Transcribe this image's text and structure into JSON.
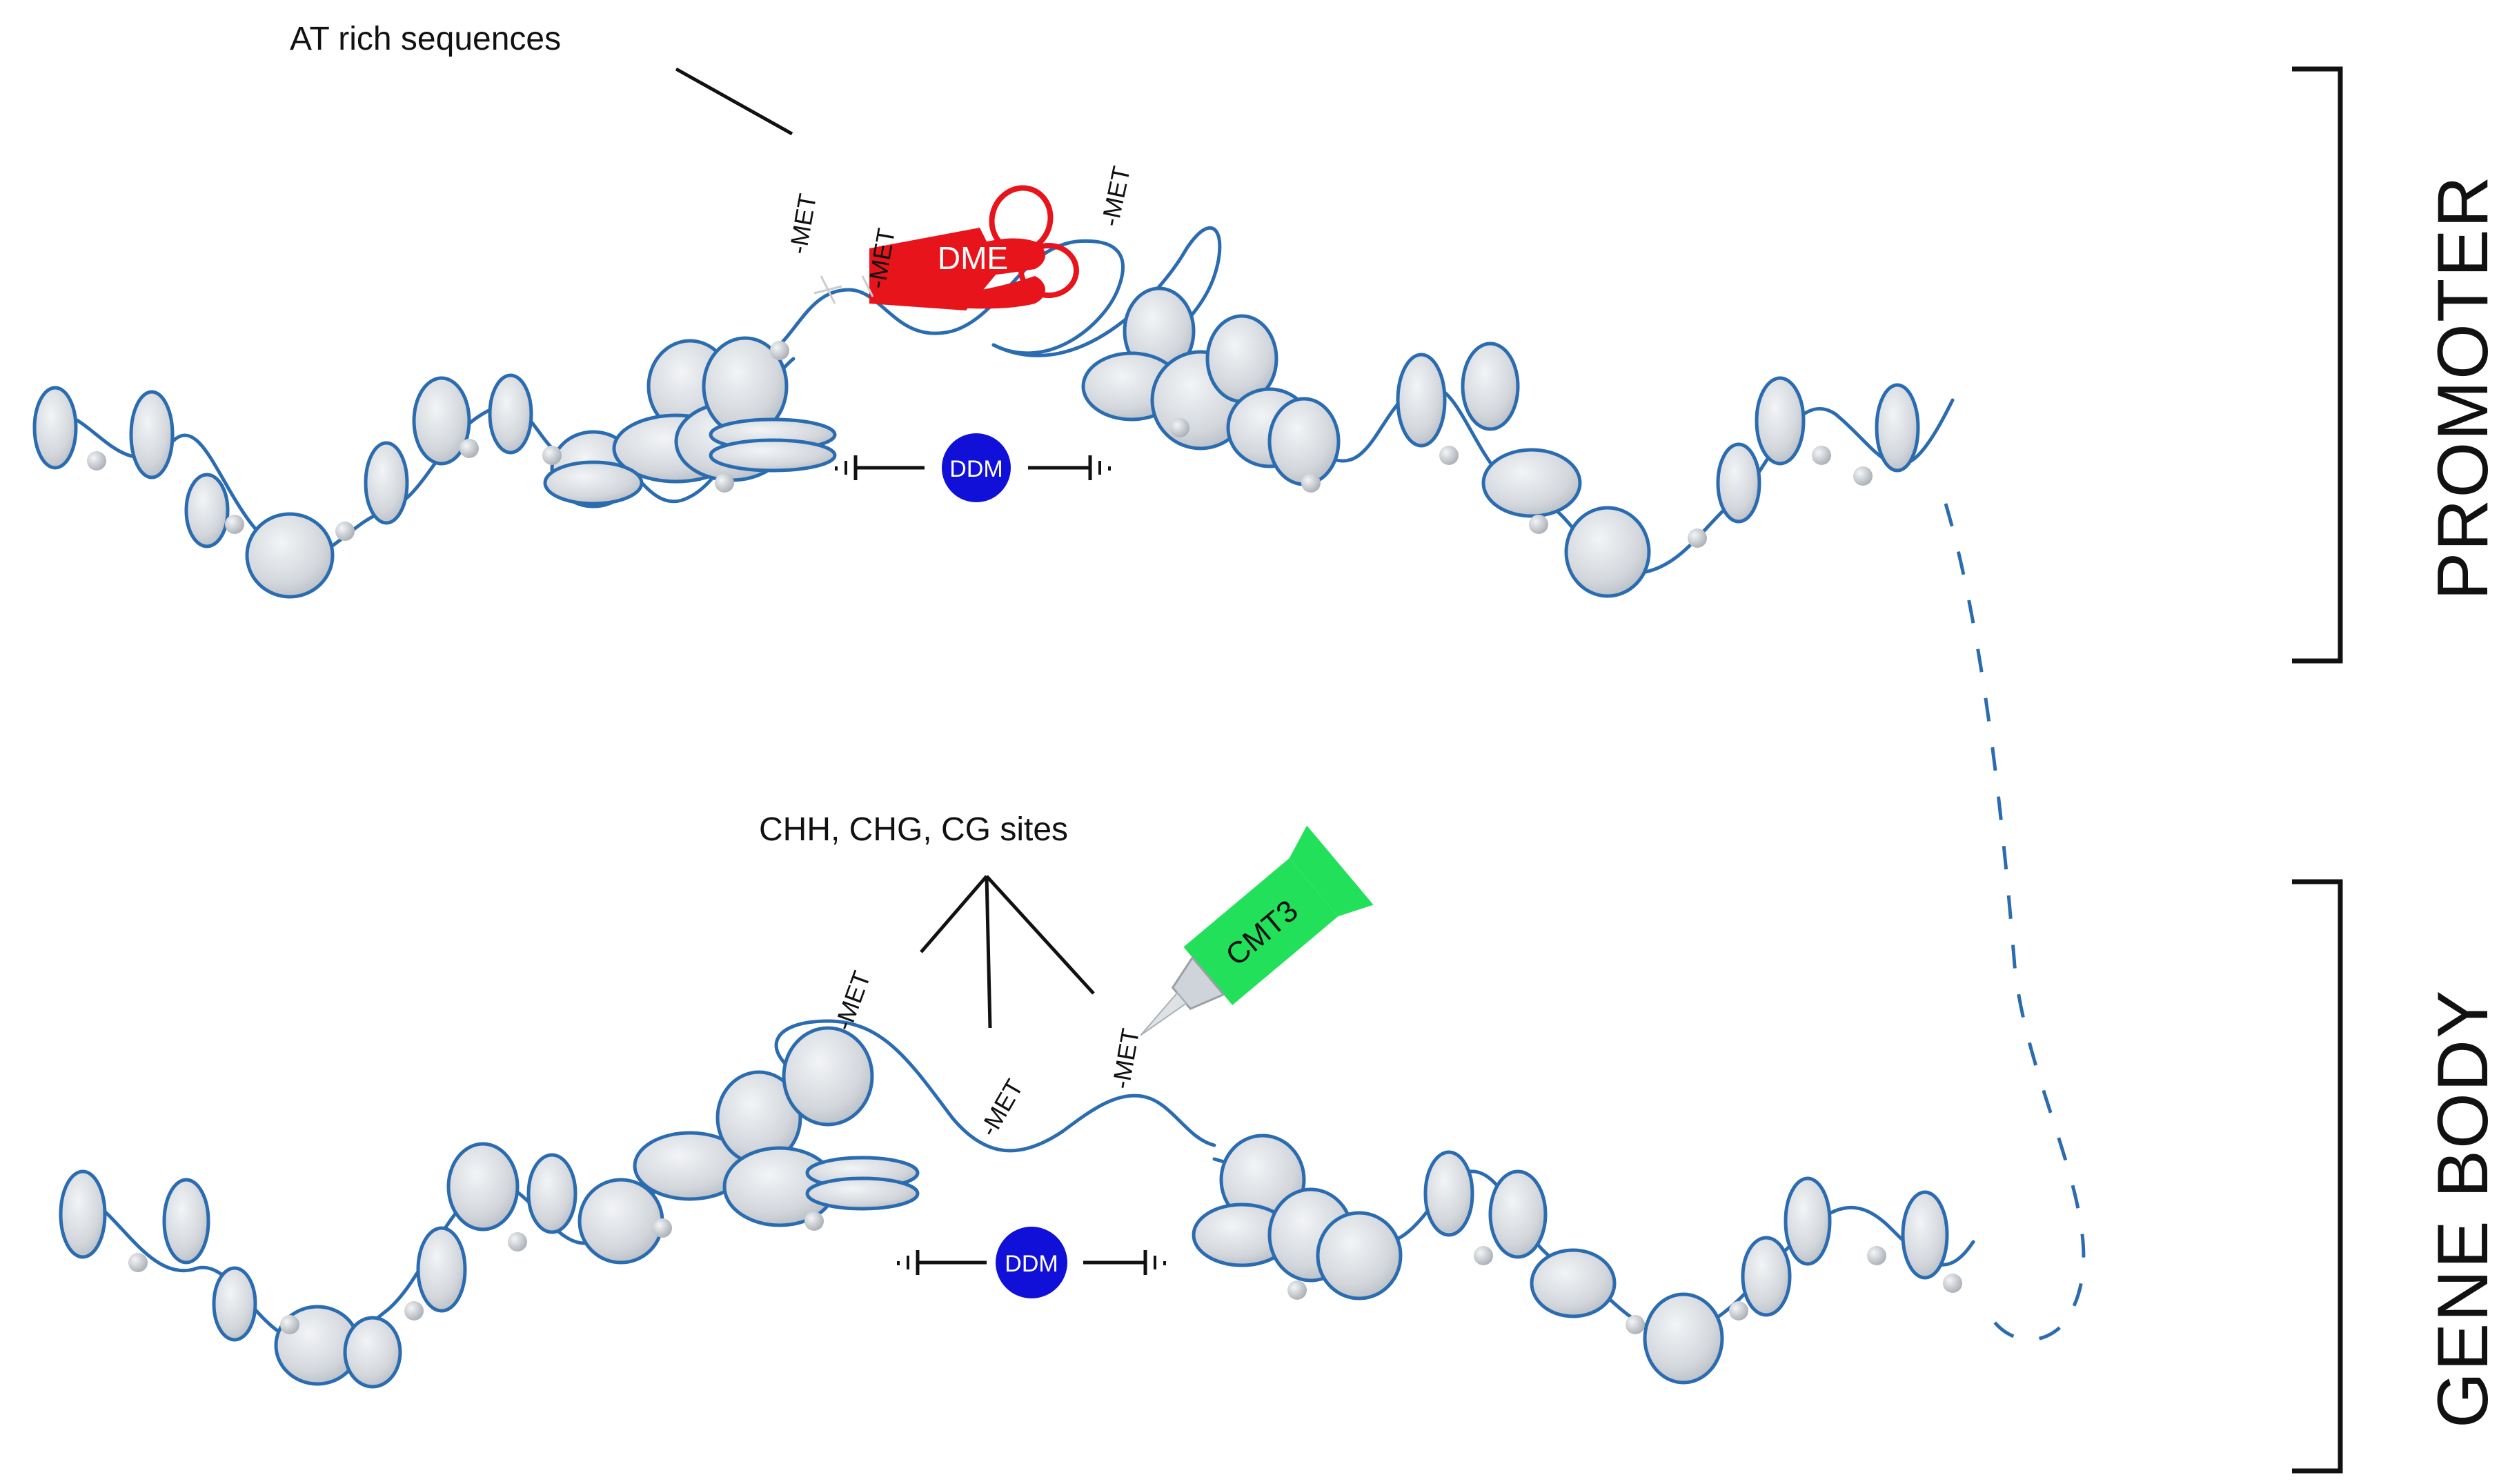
{
  "annotations": {
    "at_rich": "AT rich sequences",
    "sites": "CHH, CHG, CG sites"
  },
  "enzymes": {
    "dme": "DME",
    "cmt3": "CMT3",
    "ddm_top": "DDM",
    "ddm_bottom": "DDM"
  },
  "methyl_marks": {
    "top_1": "-MET",
    "top_2": "-MET",
    "top_3": "-MET",
    "bottom_1": "-MET",
    "bottom_2": "-MET",
    "bottom_3": "-MET"
  },
  "regions": {
    "promoter": "PROMOTER",
    "gene_body": "GENE BODY"
  },
  "colors": {
    "dna_strand": "#2b6cb0",
    "nucleosome_fill": "#cfd4da",
    "histone_tail": "#b9bec4",
    "dme": "#e8141b",
    "cmt3": "#22e05a",
    "ddm": "#1010d8"
  }
}
